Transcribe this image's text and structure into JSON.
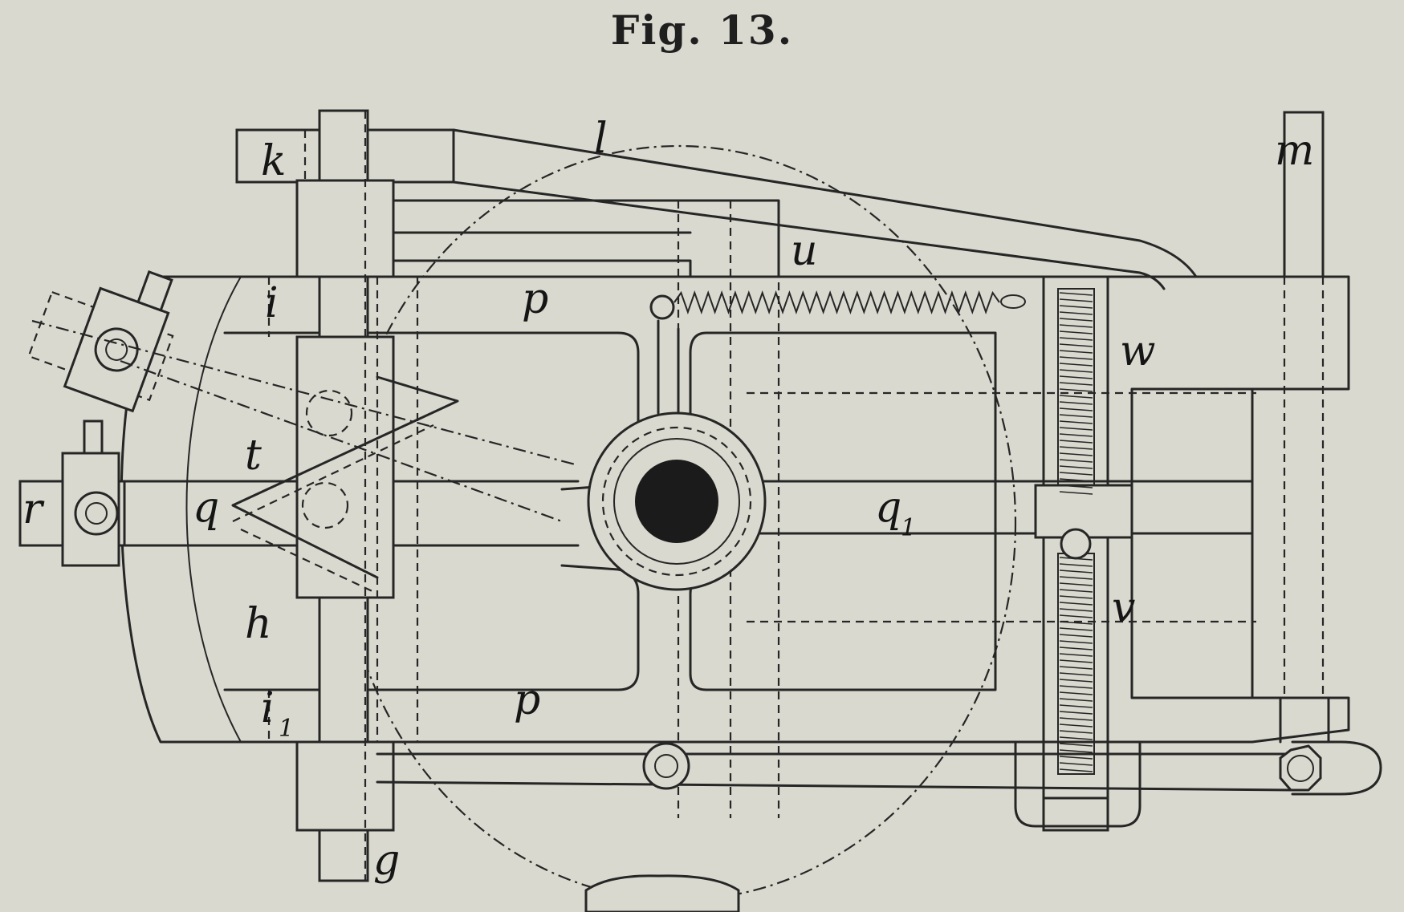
{
  "figure": {
    "caption": "Fig. 13."
  },
  "labels": {
    "l": "l",
    "k": "k",
    "m": "m",
    "u": "u",
    "p_top": "p",
    "p_bottom": "p",
    "i_top": "i",
    "i_bottom": "i",
    "i_bottom_sub": "1",
    "w": "w",
    "t": "t",
    "q": "q",
    "q1": "q",
    "q1_sub": "1",
    "r": "r",
    "h": "h",
    "v": "v",
    "g": "g"
  },
  "colors": {
    "ink": "#262626",
    "paper": "#d9d9cf"
  }
}
